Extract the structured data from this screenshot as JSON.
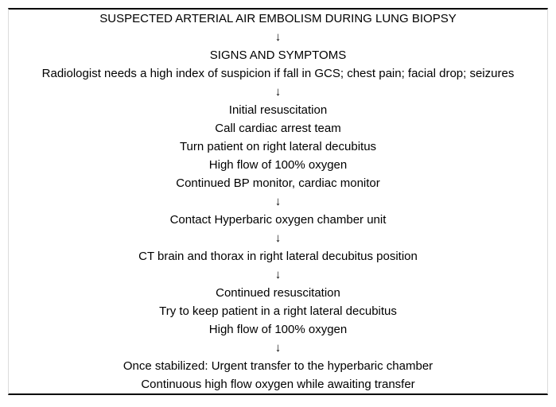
{
  "figure_type": "flowchart",
  "colors": {
    "background": "#ffffff",
    "text": "#000000",
    "horizontal_rules": "#000000",
    "vertical_rules": "#dcdcdc"
  },
  "arrow_glyph": "↓",
  "flowchart": {
    "lines": [
      {
        "kind": "text",
        "text": "SUSPECTED ARTERIAL AIR EMBOLISM DURING LUNG BIOPSY"
      },
      {
        "kind": "arrow",
        "text": "↓"
      },
      {
        "kind": "text",
        "text": "SIGNS AND SYMPTOMS"
      },
      {
        "kind": "text",
        "text": "Radiologist needs a high index of suspicion if fall in GCS; chest pain; facial drop; seizures"
      },
      {
        "kind": "arrow",
        "text": "↓"
      },
      {
        "kind": "text",
        "text": "Initial resuscitation"
      },
      {
        "kind": "text",
        "text": "Call cardiac arrest team"
      },
      {
        "kind": "text",
        "text": "Turn patient on right lateral decubitus"
      },
      {
        "kind": "text",
        "text": "High flow of 100% oxygen"
      },
      {
        "kind": "text",
        "text": "Continued BP monitor, cardiac monitor"
      },
      {
        "kind": "arrow",
        "text": "↓"
      },
      {
        "kind": "text",
        "text": "Contact Hyperbaric oxygen chamber unit"
      },
      {
        "kind": "arrow",
        "text": "↓"
      },
      {
        "kind": "text",
        "text": "CT brain and thorax in right lateral decubitus position"
      },
      {
        "kind": "arrow",
        "text": "↓"
      },
      {
        "kind": "text",
        "text": "Continued resuscitation"
      },
      {
        "kind": "text",
        "text": "Try to keep patient in a right lateral decubitus"
      },
      {
        "kind": "text",
        "text": "High flow of 100% oxygen"
      },
      {
        "kind": "arrow",
        "text": "↓"
      },
      {
        "kind": "text",
        "text": "Once stabilized: Urgent transfer to the hyperbaric chamber"
      },
      {
        "kind": "text",
        "text": "Continuous high flow oxygen while awaiting transfer"
      }
    ]
  }
}
